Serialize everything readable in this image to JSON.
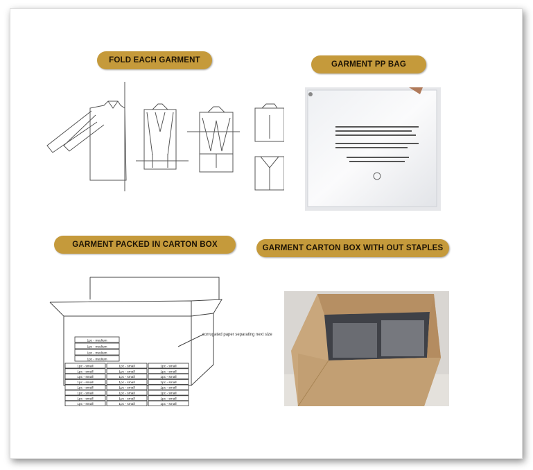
{
  "sections": {
    "fold": {
      "title": "FOLD EACH GARMENT"
    },
    "bag": {
      "title": "GARMENT PP BAG"
    },
    "packed": {
      "title": "GARMENT PACKED IN CARTON BOX",
      "annotation": "corrugated paper separating next size"
    },
    "carton": {
      "title": "GARMENT CARTON BOX WITH OUT STAPLES"
    }
  },
  "stack": {
    "medium_label": "1pc - medium",
    "small_label": "1pc - small"
  },
  "colors": {
    "pill": "#c59a3b",
    "cardboard": "#c9a77c"
  }
}
